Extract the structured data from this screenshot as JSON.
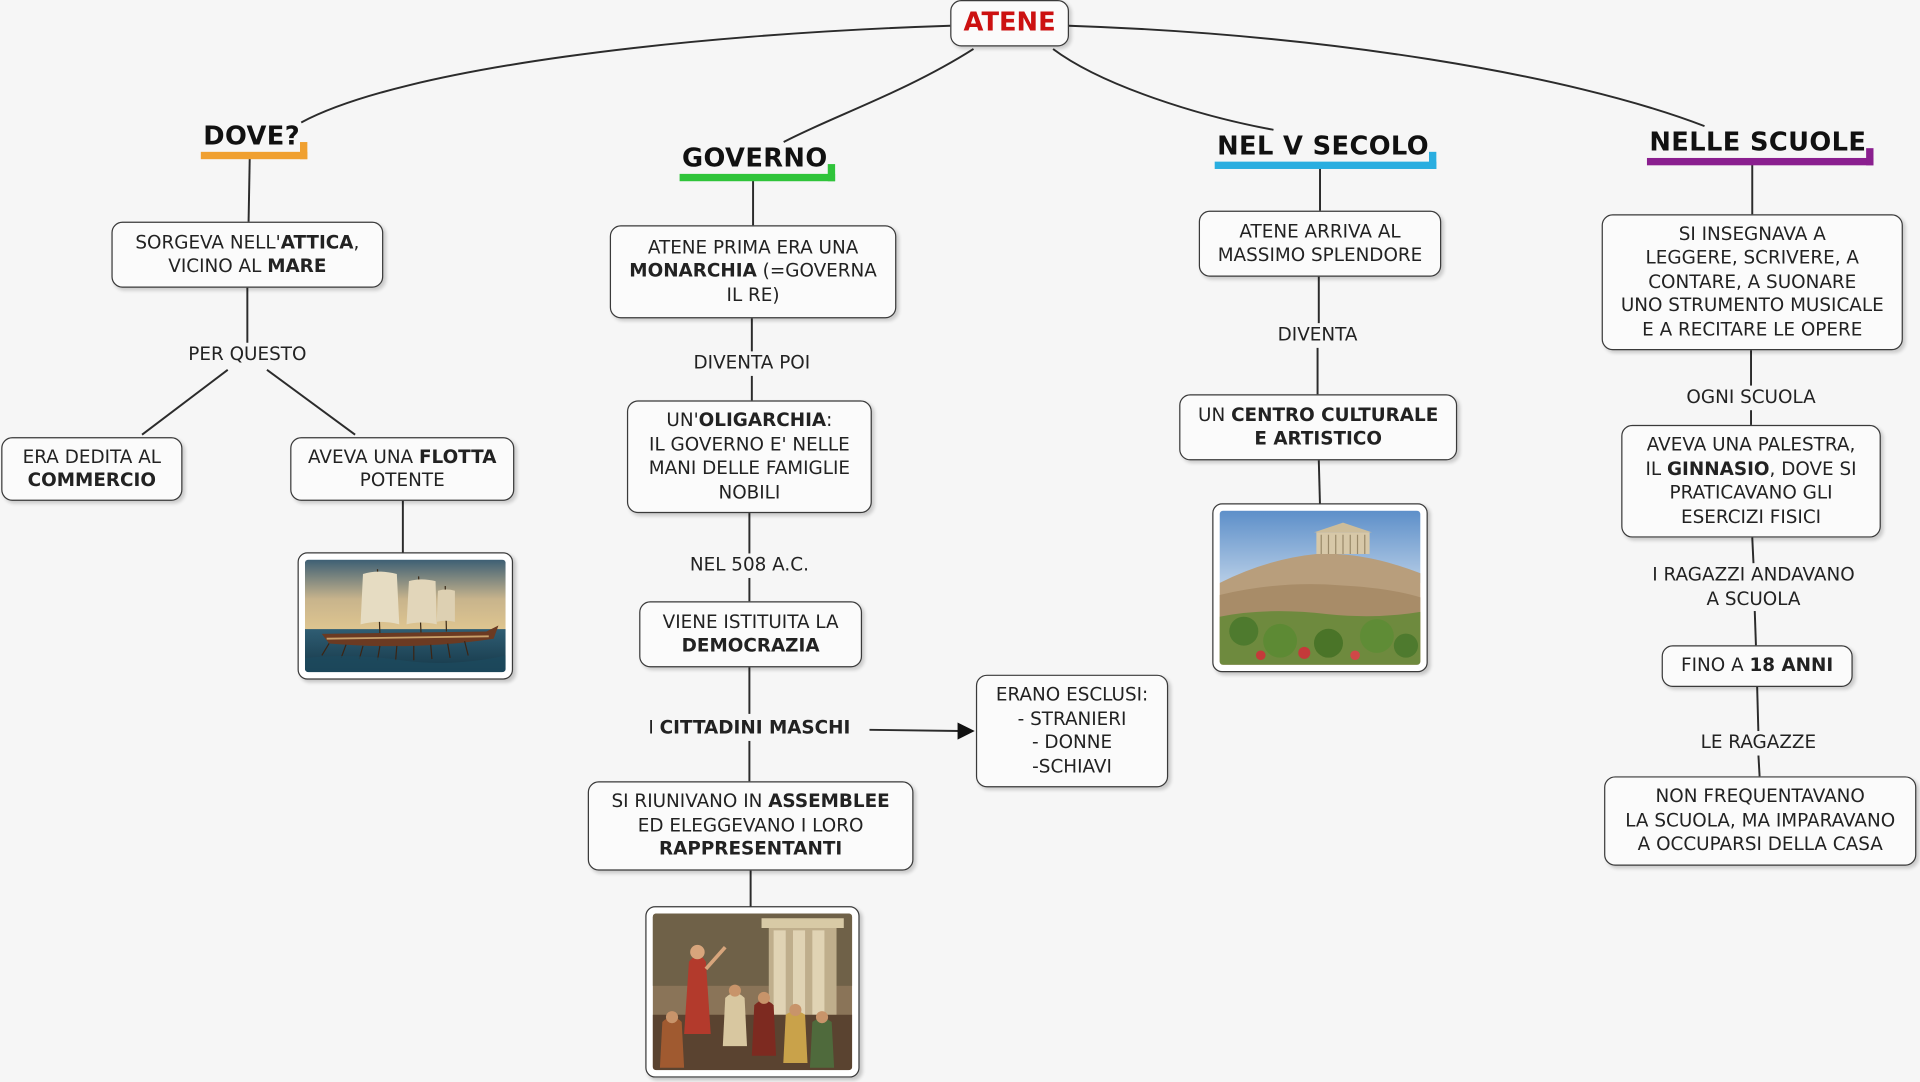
{
  "root": {
    "title": "ATENE",
    "color": "#cc1111"
  },
  "branches": {
    "dove": {
      "heading": "DOVE?",
      "color": "#f0a030",
      "n1": [
        "SORGEVA NELL'",
        "ATTICA",
        ",",
        "VICINO AL ",
        "MARE"
      ],
      "link1": "PER QUESTO",
      "n2": [
        "ERA DEDITA AL",
        "COMMERCIO"
      ],
      "n3": [
        "AVEVA UNA ",
        "FLOTTA",
        "POTENTE"
      ],
      "image": "trireme-ship-image"
    },
    "governo": {
      "heading": "GOVERNO",
      "color": "#2fc43a",
      "n1": [
        "ATENE PRIMA ERA UNA",
        "MONARCHIA",
        " (=GOVERNA",
        "IL RE)"
      ],
      "link1": "DIVENTA POI",
      "n2": [
        "UN'",
        "OLIGARCHIA",
        ":",
        "IL GOVERNO E' NELLE",
        "MANI DELLE FAMIGLIE",
        "NOBILI"
      ],
      "link2": "NEL 508 A.C.",
      "n3": [
        "VIENE ISTITUITA LA",
        "DEMOCRAZIA"
      ],
      "link3": [
        "I ",
        "CITTADINI MASCHI"
      ],
      "n4": [
        "ERANO ESCLUSI:",
        "- STRANIERI",
        "- DONNE",
        "-SCHIAVI"
      ],
      "n5": [
        "SI RIUNIVANO IN ",
        "ASSEMBLEE",
        "ED ELEGGEVANO I LORO",
        "RAPPRESENTANTI"
      ],
      "image": "assembly-painting-image"
    },
    "secolo": {
      "heading": "NEL V SECOLO",
      "color": "#2aaee0",
      "n1": [
        "ATENE ARRIVA AL",
        "MASSIMO SPLENDORE"
      ],
      "link1": "DIVENTA",
      "n2": [
        "UN ",
        "CENTRO CULTURALE",
        "E ARTISTICO"
      ],
      "image": "acropolis-image"
    },
    "scuole": {
      "heading": "NELLE SCUOLE",
      "color": "#8a1f8f",
      "n1": [
        "SI INSEGNAVA A",
        "LEGGERE, SCRIVERE, A",
        "CONTARE, A SUONARE",
        "UNO STRUMENTO MUSICALE",
        "E A RECITARE LE OPERE"
      ],
      "link1": "OGNI SCUOLA",
      "n2": [
        "AVEVA UNA PALESTRA,",
        "IL ",
        "GINNASIO",
        ", DOVE SI",
        "PRATICAVANO GLI",
        "ESERCIZI FISICI"
      ],
      "link2": [
        "I RAGAZZI ANDAVANO",
        "A SCUOLA"
      ],
      "n3": [
        "FINO A ",
        "18 ANNI"
      ],
      "link3": "LE RAGAZZE",
      "n4": [
        "NON FREQUENTAVANO",
        "LA SCUOLA, MA IMPARAVANO",
        "A OCCUPARSI DELLA CASA"
      ]
    }
  }
}
